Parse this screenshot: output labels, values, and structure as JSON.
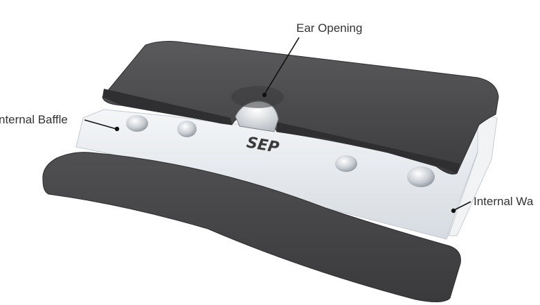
{
  "figure": {
    "brand_mark": "SEP",
    "callouts": {
      "ear_opening": "Ear Opening",
      "internal_baffle": "nternal Baffle",
      "internal_wall": "Internal Wa"
    }
  },
  "colors": {
    "background": "#ffffff",
    "foam": "#4a4a4c",
    "foam_dark": "#38383a",
    "liner": "#dde2e8",
    "leader": "#111111"
  }
}
